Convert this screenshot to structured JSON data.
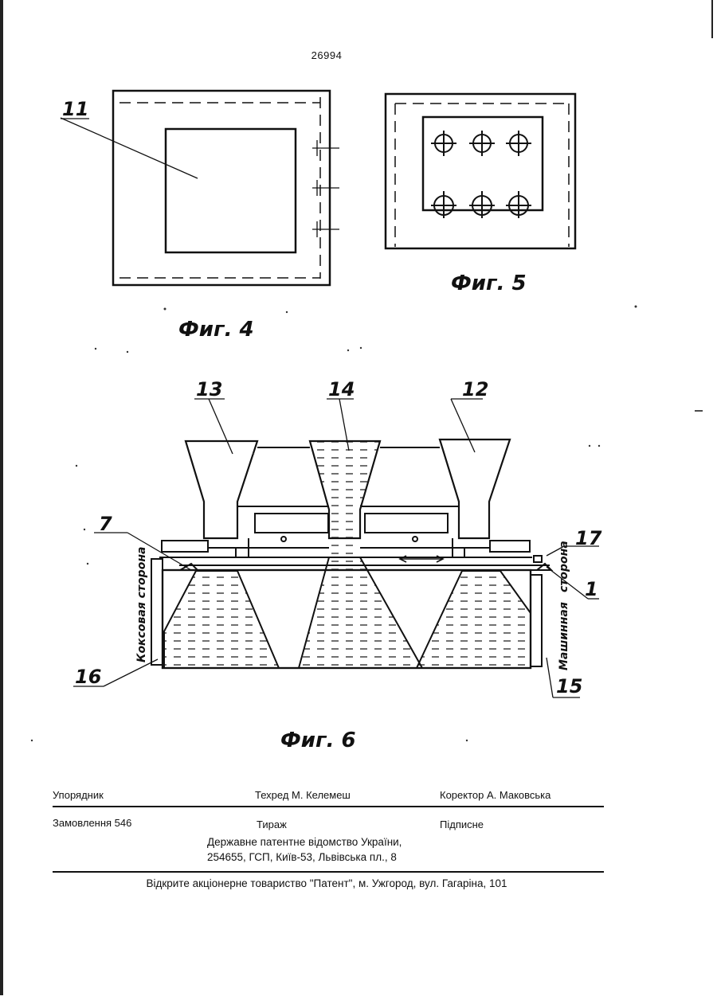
{
  "page_number": "26994",
  "figures": {
    "fig4": {
      "caption": "Фиг. 4",
      "labels": [
        "11"
      ]
    },
    "fig5": {
      "caption": "Фиг. 5"
    },
    "fig6": {
      "caption": "Фиг. 6",
      "labels": [
        "13",
        "14",
        "12",
        "7",
        "17",
        "1",
        "16",
        "15"
      ],
      "side_labels": {
        "left": "Коксовая сторона",
        "right_top": "сторона",
        "right_bottom": "Машинная"
      }
    }
  },
  "colophon": {
    "compiler_label": "Упорядник",
    "tech_editor": "Техред М. Келемеш",
    "corrector": "Коректор А. Маковська",
    "order": "Замовлення 546",
    "circulation": "Тираж",
    "subscription": "Підписне",
    "office_line1": "Державне патентне відомство України,",
    "office_line2": "254655, ГСП, Київ-53, Львівська пл., 8",
    "printer": "Відкрите акціонерне товариство \"Патент\", м. Ужгород, вул. Гагаріна, 101"
  }
}
